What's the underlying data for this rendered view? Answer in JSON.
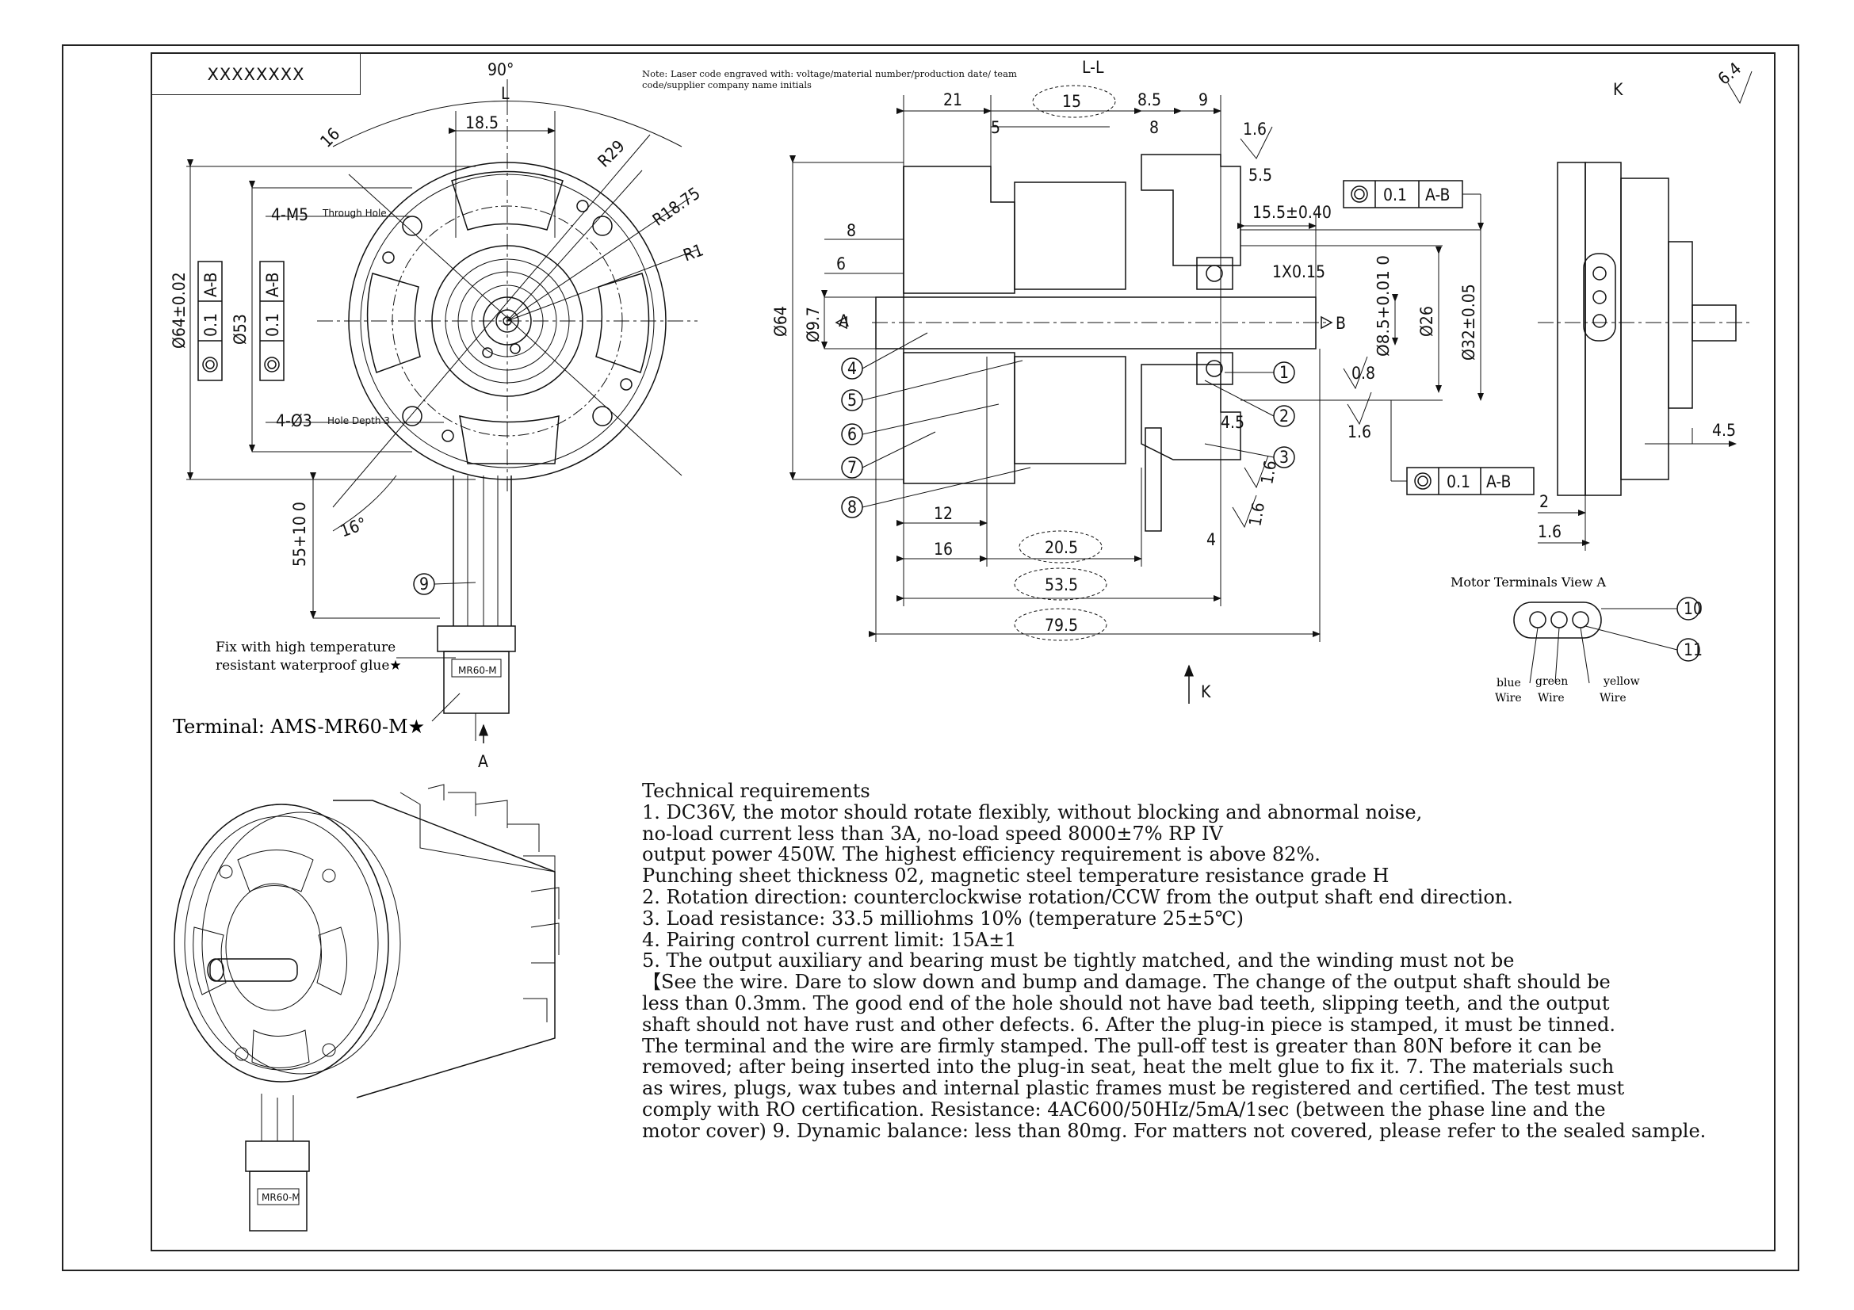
{
  "title_block": {
    "code": "XXXXXXXX"
  },
  "note_top": "Note: Laser code engraved with: voltage/material number/production date/ team code/supplier company name initials",
  "front_view": {
    "angle_top": "90°",
    "section_letter": "L",
    "dim_18_5": "18.5",
    "dim_16": "16",
    "r29": "R29",
    "r18_75": "R18.75",
    "r1": "R1",
    "hole_m5": "4-M5",
    "hole_m5_note": "Through Hole",
    "hole_d3": "4-Ø3",
    "hole_d3_note": "Hole Depth 3",
    "angle_16": "16°",
    "dia_64": "Ø64±0.02",
    "dia_53": "Ø53",
    "tol_value": "0.1",
    "tol_datum": "A-B",
    "lead_length": "55+10 0",
    "balloon_9": "9",
    "fix_note_line1": "Fix with high temperature",
    "fix_note_line2": "resistant waterproof glue★",
    "terminal_label": "Terminal: AMS-MR60-M★",
    "view_arrow": "A",
    "connector_text": "MR60-M"
  },
  "section_view": {
    "title": "L-L",
    "top_dims": [
      "21",
      "15",
      "8.5",
      "9",
      "5",
      "8"
    ],
    "rough_1_6": "1.6",
    "dim_5_5": "5.5",
    "dim_15_5": "15.5±0.40",
    "chamfer": "1X0.15",
    "left_dims": [
      "8",
      "6"
    ],
    "dia_64": "Ø64",
    "dia_9_7": "Ø9.7",
    "datum_a": "A",
    "datum_b": "B",
    "dia_8_5": "Ø8.5+0.01 0",
    "dia_26": "Ø26",
    "dia_32": "Ø32±0.05",
    "rough_0_8": "0.8",
    "dim_4_5": "4.5",
    "dim_4": "4",
    "bottom_dims": [
      "12",
      "16",
      "20.5",
      "53.5",
      "79.5"
    ],
    "balloons": [
      "1",
      "2",
      "3",
      "4",
      "5",
      "6",
      "7",
      "8"
    ],
    "view_k": "K",
    "tol_value": "0.1",
    "tol_datum": "A-B"
  },
  "side_view": {
    "label": "K",
    "roughness": "6.4",
    "dim_4_5": "4.5",
    "dim_2": "2",
    "dim_1_6": "1.6"
  },
  "terminals_view": {
    "title": "Motor Terminals View A",
    "balloon_10": "10",
    "balloon_11": "11",
    "wire_blue": "blue",
    "wire_green": "green",
    "wire_yellow": "yellow",
    "wire_word": "Wire"
  },
  "tech_requirements": {
    "lines": [
      "Technical requirements",
      "1. DC36V, the motor should rotate flexibly, without blocking and abnormal noise,",
      "no-load current less than 3A, no-load speed 8000±7% RP IV",
      "output power 450W. The highest efficiency requirement is above 82%.",
      "Punching sheet thickness 02, magnetic steel temperature resistance grade H",
      "2. Rotation direction: counterclockwise rotation/CCW from the output shaft end direction.",
      "3. Load resistance: 33.5 milliohms 10% (temperature 25±5℃)",
      "4. Pairing control current limit: 15A±1",
      "5. The output auxiliary and bearing must be tightly matched, and the winding must not be",
      "【See the wire. Dare to slow down and bump and damage. The change of the output shaft should be",
      "less than 0.3mm. The good end of the hole should not have bad teeth, slipping teeth, and the output",
      "shaft should not have rust and other defects. 6. After the plug-in piece is stamped, it must be tinned.",
      "The terminal and the wire are firmly stamped. The pull-off test is greater than 80N before it can be",
      "removed; after being inserted into the plug-in seat, heat the melt glue to fix it. 7. The materials such",
      "as wires, plugs, wax tubes and internal plastic frames must be registered and certified. The test must",
      "comply with RO certification. Resistance: 4AC600/50HIz/5mA/1sec (between the phase line and the",
      "motor cover) 9. Dynamic balance: less than 80mg. For matters not covered, please refer to the sealed sample."
    ]
  }
}
